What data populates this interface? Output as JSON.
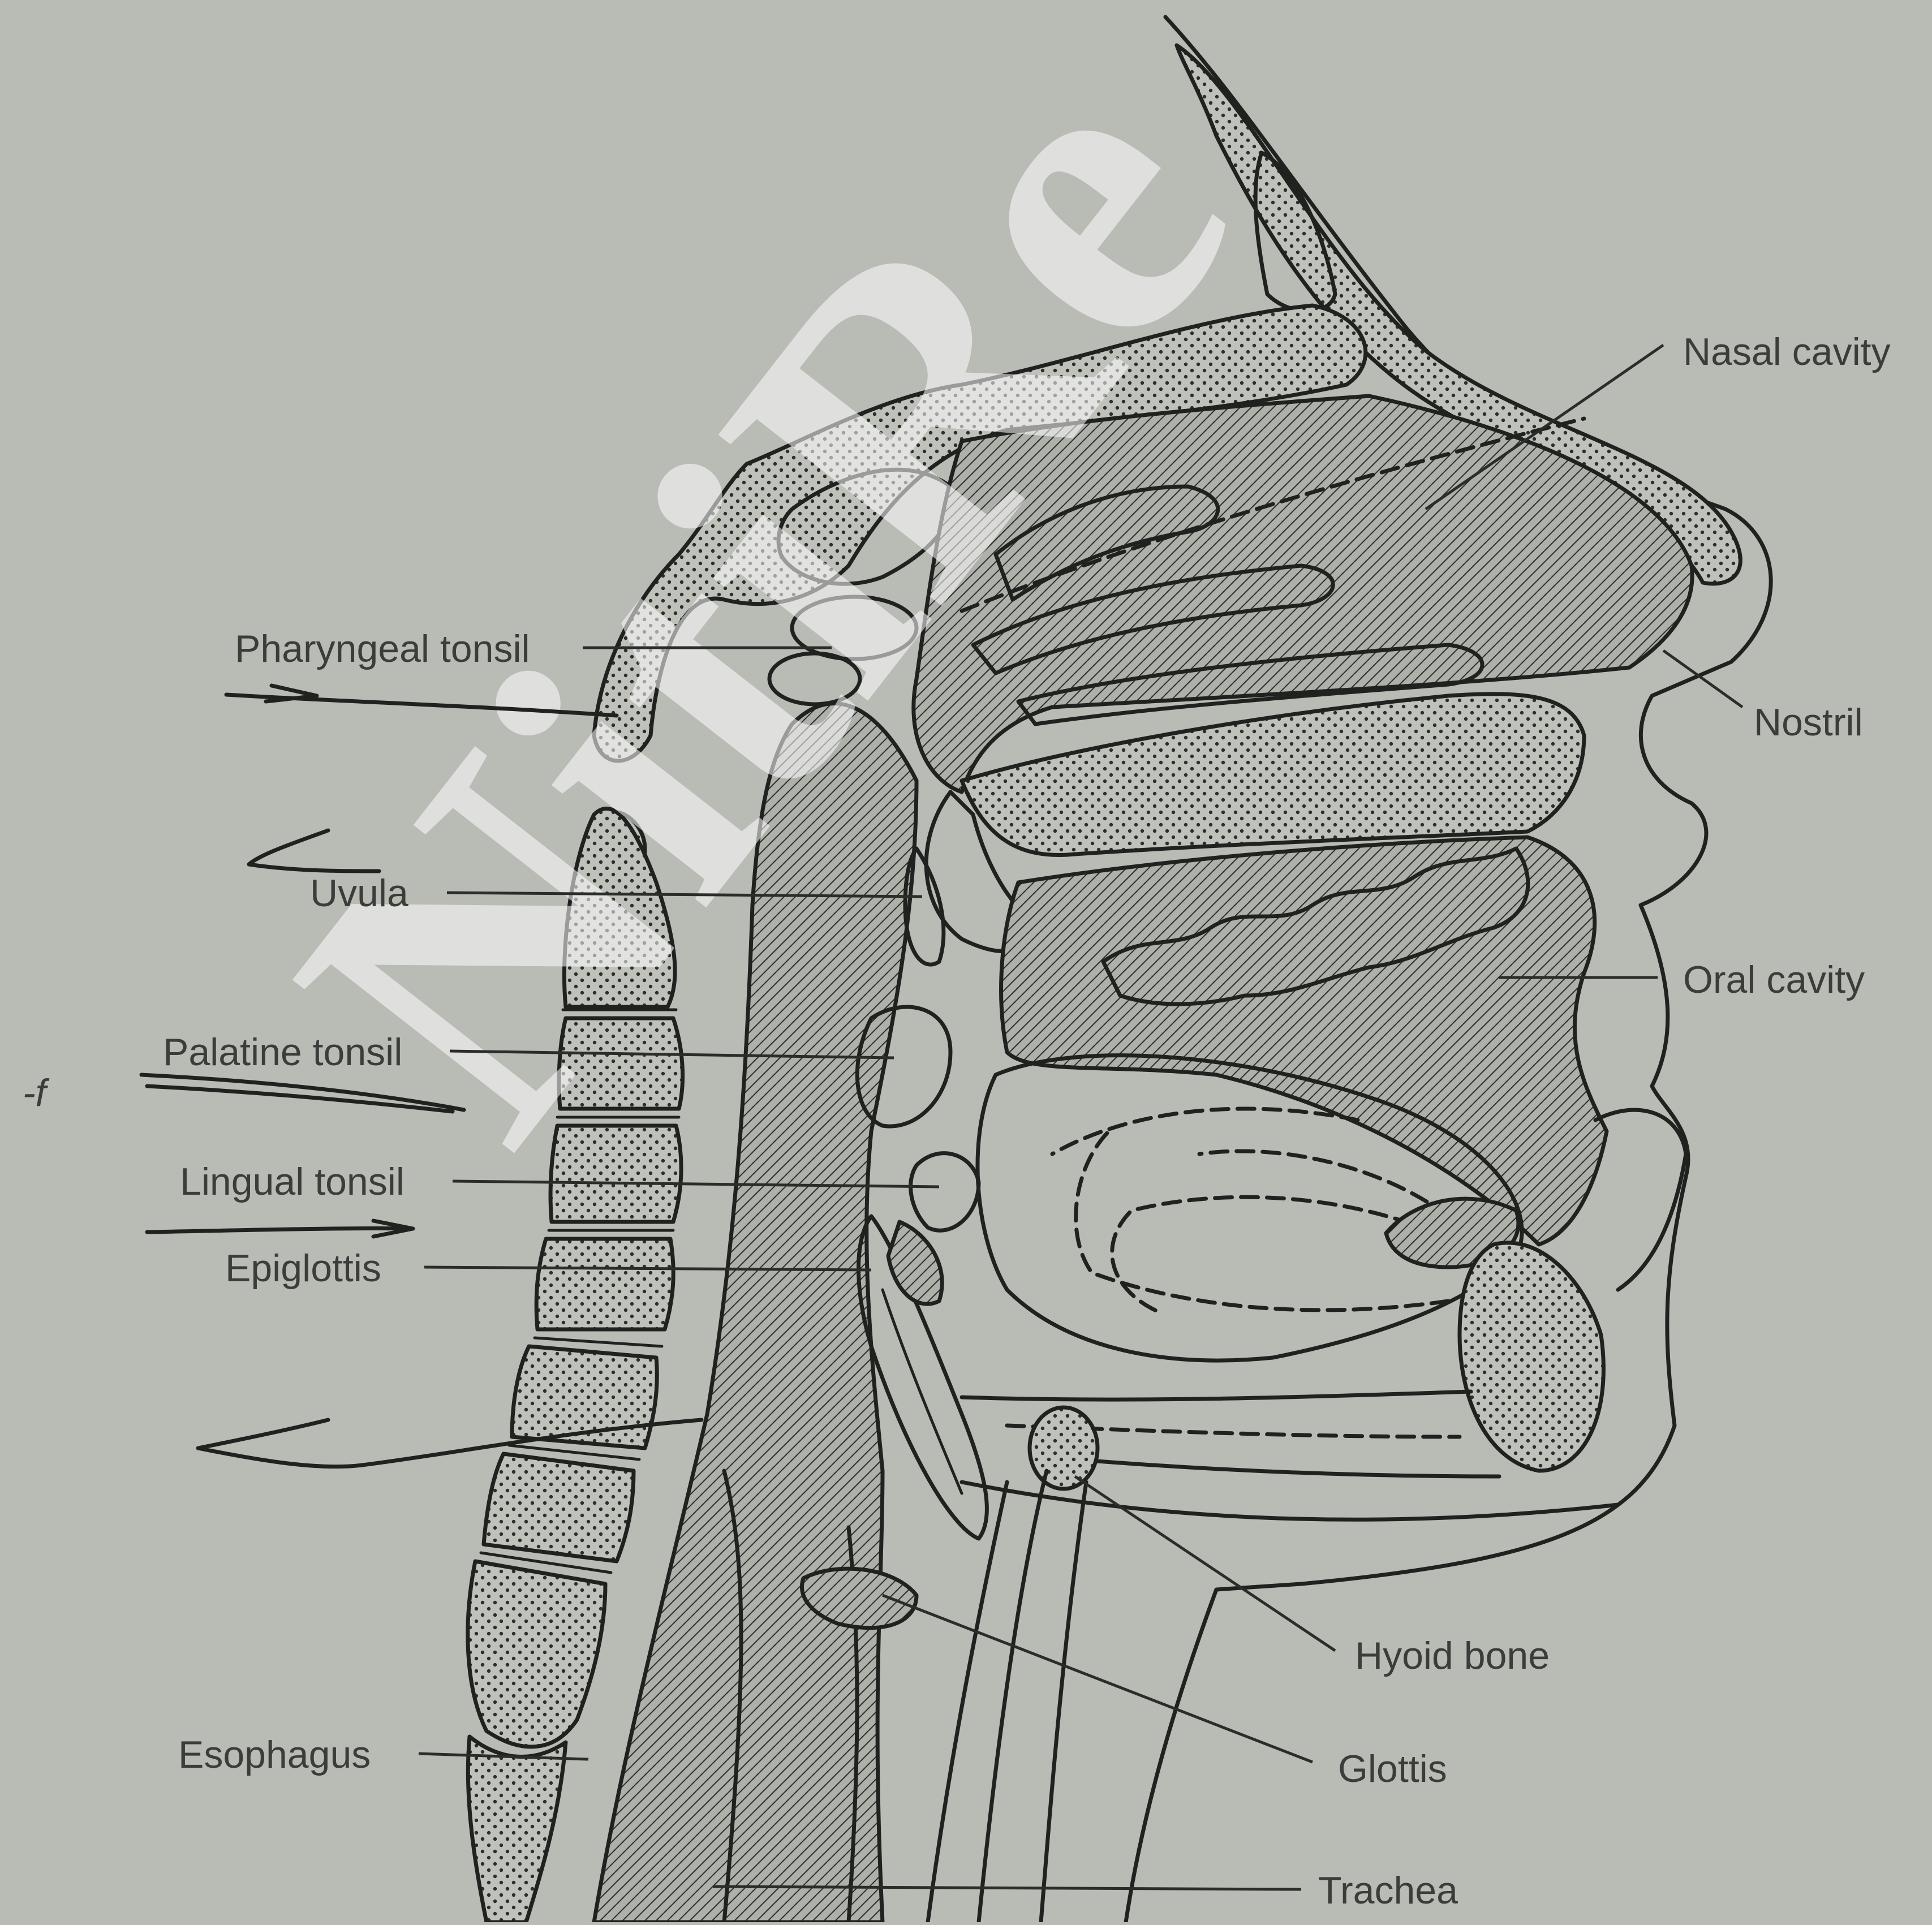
{
  "diagram": {
    "labels": {
      "nasal_cavity": "Nasal cavity",
      "nostril": "Nostril",
      "pharyngeal_tonsil": "Pharyngeal tonsil",
      "uvula": "Uvula",
      "oral_cavity": "Oral cavity",
      "palatine_tonsil": "Palatine tonsil",
      "lingual_tonsil": "Lingual tonsil",
      "epiglottis": "Epiglottis",
      "hyoid_bone": "Hyoid bone",
      "glottis": "Glottis",
      "esophagus": "Esophagus",
      "trachea": "Trachea"
    },
    "handwritten_marks": {
      "margin_letter": "-f"
    },
    "watermark": "NitiRe",
    "colors": {
      "paper": "#b9bbb5",
      "ink": "#1f221f",
      "label_text": "#3a3d3a",
      "watermark": "#ffffff"
    }
  }
}
